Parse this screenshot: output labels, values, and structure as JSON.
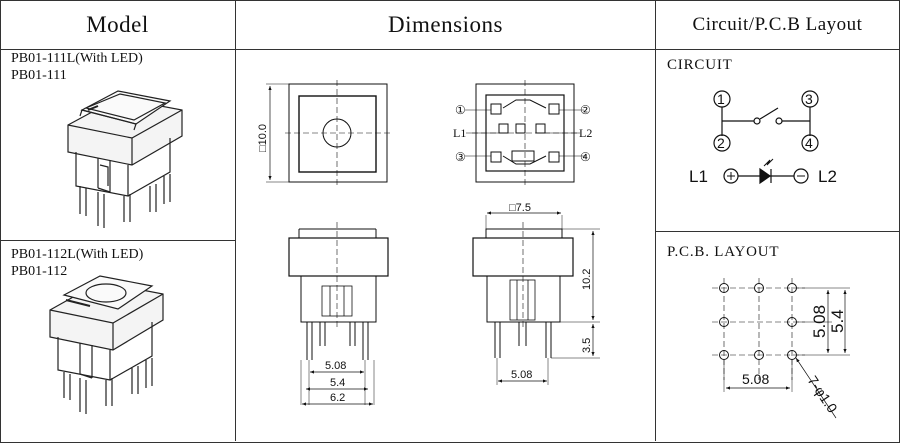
{
  "headers": {
    "model": "Model",
    "dimensions": "Dimensions",
    "circuit_pcb": "Circuit/P.C.B Layout"
  },
  "models": [
    {
      "line1": "PB01-111L(With LED)",
      "line2": "PB01-111"
    },
    {
      "line1": "PB01-112L(With LED)",
      "line2": "PB01-112"
    }
  ],
  "dimensions": {
    "top_view_size": "□10.0",
    "bottom_view_size": "□7.5",
    "height_body": "10.2",
    "height_pins": "3.5",
    "pitch_a": "5.08",
    "pitch_b": "5.4",
    "width_total": "6.2",
    "pitch_side": "5.08",
    "pin_labels": [
      "①",
      "②",
      "③",
      "④"
    ],
    "led_labels": [
      "L1",
      "L2"
    ]
  },
  "circuit": {
    "title": "CIRCUIT",
    "pins": [
      "1",
      "2",
      "3",
      "4"
    ],
    "led_left": "L1",
    "led_right": "L2",
    "plus": "+",
    "minus": "−"
  },
  "pcb": {
    "title": "P.C.B. LAYOUT",
    "dim_v1": "5.08",
    "dim_v2": "5.4",
    "dim_h": "5.08",
    "hole": "7-φ1.0"
  }
}
